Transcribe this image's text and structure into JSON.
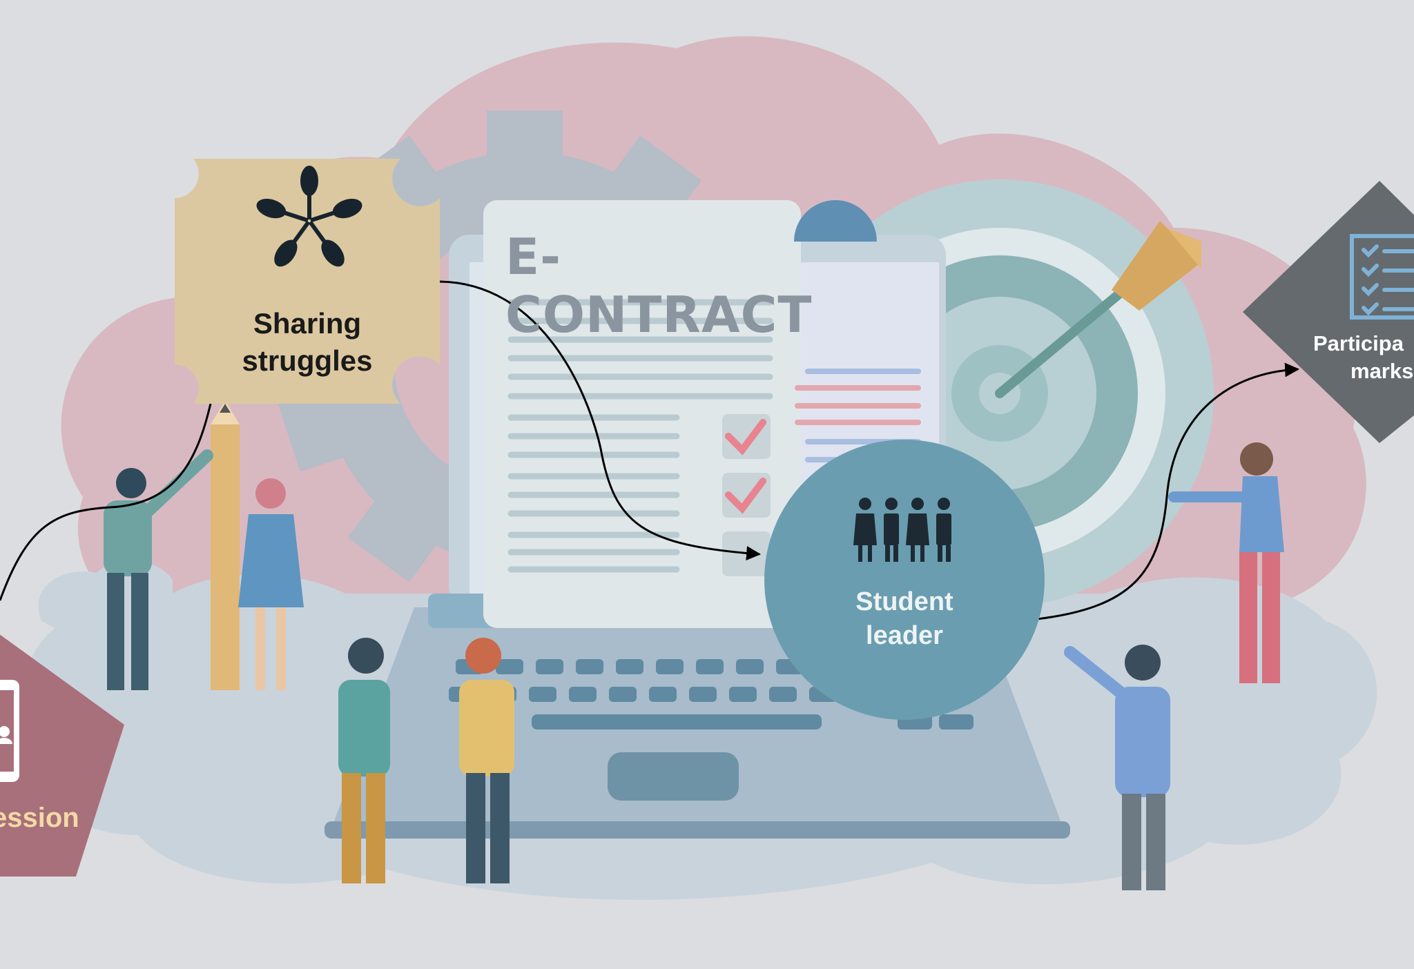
{
  "document_title": "E-CONTRACT",
  "nodes": [
    {
      "id": "session",
      "label": "ession",
      "shape": "pentagon",
      "color": "#a8707a",
      "text_color": "#f5d9a8",
      "icon": "tablet-user-icon"
    },
    {
      "id": "sharing",
      "label_lines": [
        "Sharing",
        "struggles"
      ],
      "shape": "notched-square",
      "color": "#dcc8a0",
      "text_color": "#1a1a1a",
      "icon": "hands-circle-icon"
    },
    {
      "id": "leader",
      "label_lines": [
        "Student",
        "leader"
      ],
      "shape": "circle",
      "color": "#6a9db0",
      "text_color": "#eef3f5",
      "icon": "group-people-icon"
    },
    {
      "id": "participation",
      "label_lines": [
        "Participa",
        "marks"
      ],
      "shape": "diamond",
      "color": "#646a6e",
      "text_color": "#ffffff",
      "icon": "checklist-icon"
    }
  ],
  "flow": [
    "session",
    "sharing",
    "leader",
    "participation"
  ],
  "colors": {
    "background": "#dcdde0",
    "cloud_pink": "#d8b9c1",
    "cloud_blue": "#c9d3dc",
    "laptop": "#a8bccb",
    "arrow": "#000000"
  }
}
